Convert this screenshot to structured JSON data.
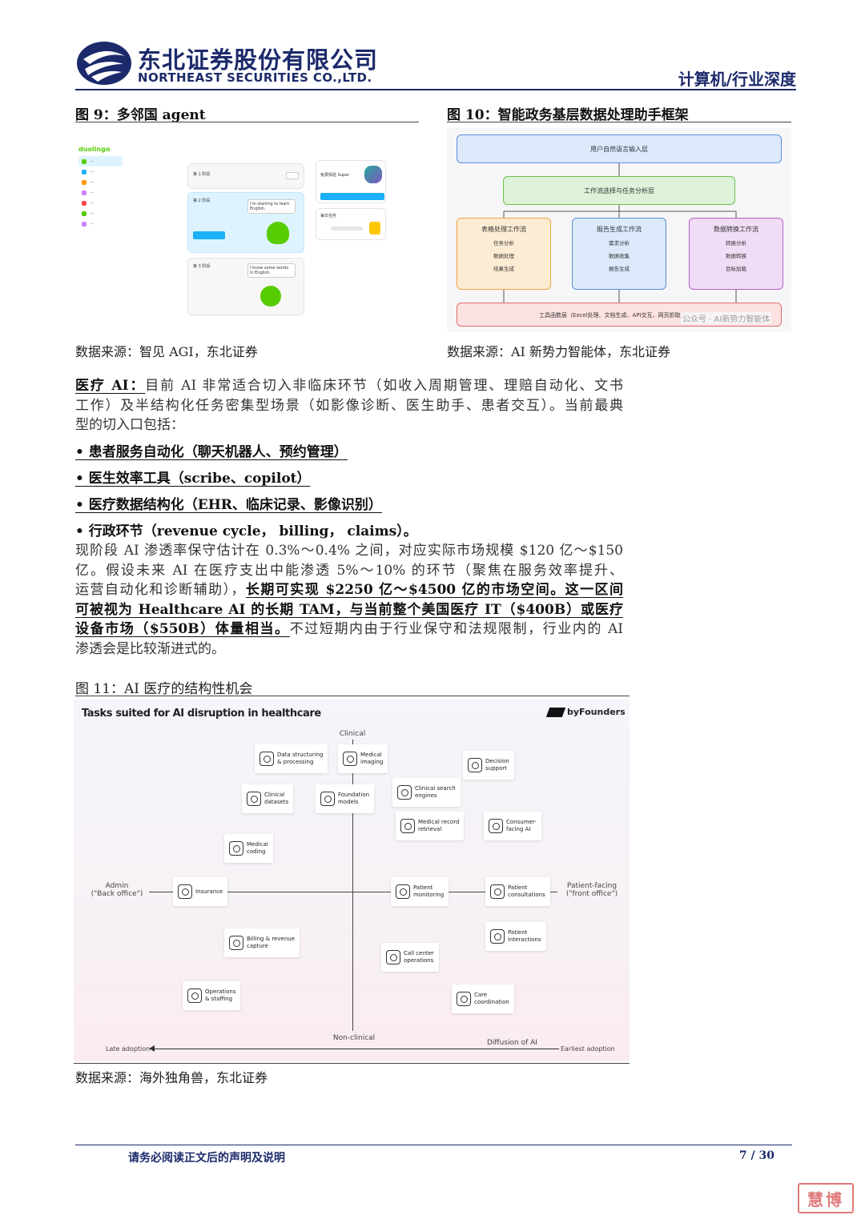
{
  "header": {
    "company_cn": "东北证券股份有限公司",
    "company_en": "NORTHEAST SECURITIES CO.,LTD.",
    "section_tag": "计算机/行业深度"
  },
  "fig9": {
    "title": "图 9：多邻国 agent",
    "source": "数据来源：智见 AGI，东北证券",
    "mock": {
      "app_logo": "duolingo",
      "stage1": "第 1 阶段",
      "stage2": "第 2 阶段",
      "stage3": "第 3 阶段",
      "bubble1": "I'm starting to learn English.",
      "bubble2": "I know some words in English.",
      "promo": "免费体验 Super",
      "daily": "每日任务"
    }
  },
  "fig10": {
    "title": "图 10：智能政务基层数据处理助手框架",
    "source": "数据来源：AI 新势力智能体，东北证券",
    "layer_top": "用户自然语言输入层",
    "layer_mid": "工作流选择与任务分析层",
    "columns": [
      {
        "title": "表格处理工作流",
        "items": [
          "任务分析",
          "数据处理",
          "结果生成"
        ]
      },
      {
        "title": "报告生成工作流",
        "items": [
          "需求分析",
          "数据收集",
          "报告生成"
        ]
      },
      {
        "title": "数据转换工作流",
        "items": [
          "转换分析",
          "数据转换",
          "目标加载"
        ]
      }
    ],
    "layer_bottom": "工具函数层（Excel处理、文档生成、API交互、网页抓取）",
    "watermark": "公众号 · AI新势力智能体"
  },
  "body": {
    "intro_label": "医疗 AI：",
    "intro_lines": [
      "目前 AI 非常适合切入非临床环节（如收入周期管理、理赔自动化、文书",
      "工作）及半结构化任务密集型场景（如影像诊断、医生助手、患者交互）。当前最典",
      "型的切入口包括："
    ],
    "bullets": [
      "• 患者服务自动化（聊天机器人、预约管理）",
      "• 医生效率工具（scribe、copilot）",
      "• 医疗数据结构化（EHR、临床记录、影像识别）",
      "• 行政环节（revenue cycle， billing， claims）。"
    ],
    "p2_line1": "现阶段 AI 渗透率保守估计在 0.3%～0.4% 之间，对应实际市场规模 $120 亿～$150",
    "p2_line2": "亿。假设未来 AI 在医疗支出中能渗透 5%～10% 的环节（聚焦在服务效率提升、",
    "p2_line3_a": "运营自动化和诊断辅助），",
    "p2_line3_b": "长期可实现 $2250 亿～$4500 亿的市场空间。这一区间",
    "p2_line4": "可被视为 Healthcare AI 的长期 TAM，与当前整个美国医疗 IT（$400B）或医疗",
    "p2_line5_a": "设备市场（$550B）体量相当。",
    "p2_line5_b": "不过短期内由于行业保守和法规限制，行业内的 AI",
    "p2_line6": "渗透会是比较渐进式的。"
  },
  "fig11": {
    "title": "图 11：AI 医疗的结构性机会",
    "source": "数据来源：海外独角兽，东北证券",
    "chart_title": "Tasks suited for AI disruption in healthcare",
    "brand": "byFounders",
    "axis_top": "Clinical",
    "axis_bottom": "Non-clinical",
    "axis_left": "Admin\n(\"Back office\")",
    "axis_right": "Patient-facing\n(\"front office\")",
    "x_left": "Late adoption",
    "x_mid": "Diffusion of AI",
    "x_right": "Earliest adoption",
    "tiles": [
      "Data structuring\n& processing",
      "Medical\nimaging",
      "Decision\nsupport",
      "Clinical\ndatasets",
      "Foundation\nmodels",
      "Clinical search\nengines",
      "Medical record\nretrieval",
      "Consumer-\nfacing AI",
      "Medical\ncoding",
      "Insurance",
      "Patient\nmonitoring",
      "Patient\nconsultations",
      "Billing & revenue\ncapture",
      "Patient\ninteractions",
      "Call center\noperations",
      "Operations\n& staffing",
      "Care\ncoordination"
    ]
  },
  "footer": {
    "disclaimer": "请务必阅读正文后的声明及说明",
    "page": "7 / 30",
    "stamp": "慧博"
  }
}
